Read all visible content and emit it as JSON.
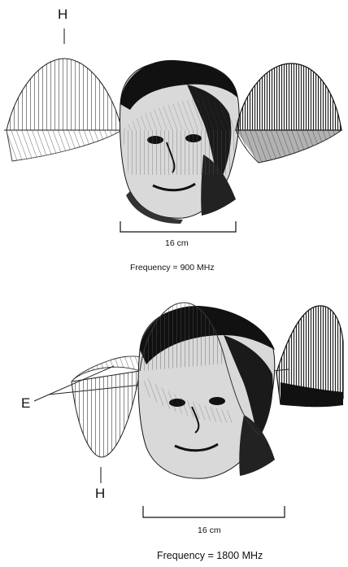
{
  "panel_top": {
    "field_label": "H",
    "scale_label": "16 cm",
    "frequency_label": "Frequency = 900 MHz"
  },
  "panel_bottom": {
    "e_label": "E",
    "field_label": "H",
    "scale_label": "16 cm",
    "frequency_label": "Frequency = 1800 MHz"
  },
  "colors": {
    "ink": "#111111",
    "hatch": "#555555",
    "dark_fill": "#2a2a2a"
  }
}
